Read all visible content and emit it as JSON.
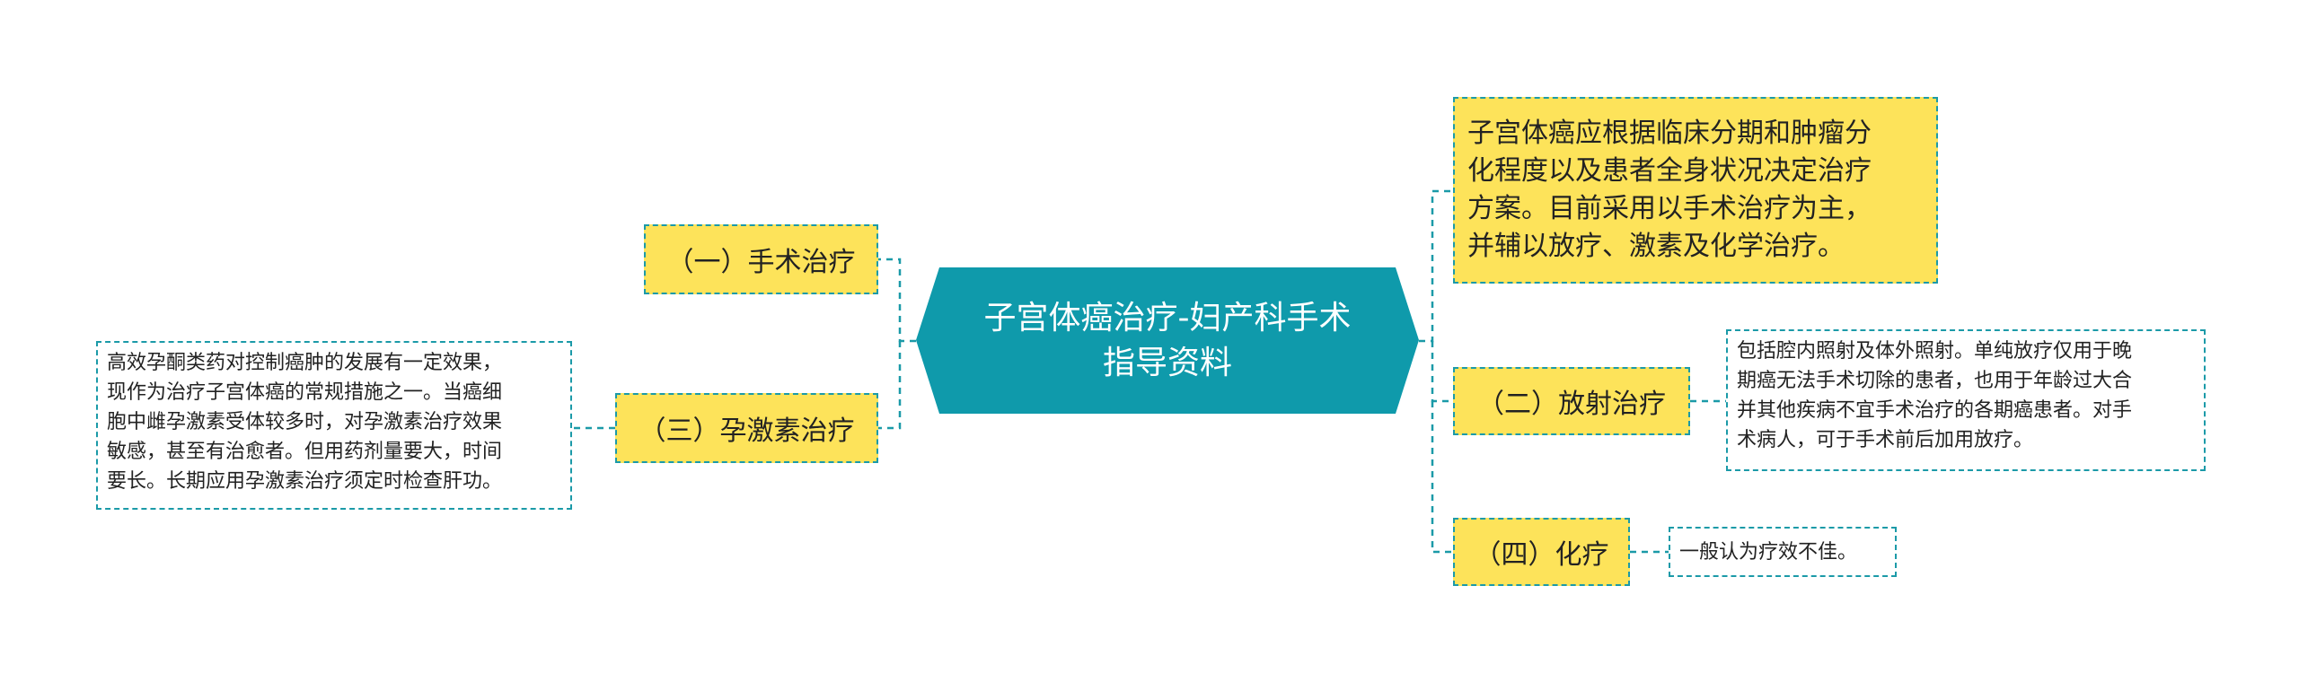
{
  "colors": {
    "center": "#0f9aab",
    "branch": "#fde35a",
    "border": "#1b9aa8",
    "line": "#1b9aa8"
  },
  "center": {
    "line1": "子宫体癌治疗-妇产科手术",
    "line2": "指导资料"
  },
  "branches": {
    "surgery": "（一）手术治疗",
    "hormone": "（三）孕激素治疗",
    "radiation": "（二）放射治疗",
    "chemo": "（四）化疗"
  },
  "leaves": {
    "overview": [
      "子宫体癌应根据临床分期和肿瘤分",
      "化程度以及患者全身状况决定治疗",
      "方案。目前采用以手术治疗为主，",
      "并辅以放疗、激素及化学治疗。"
    ],
    "hormone_detail": [
      "高效孕酮类药对控制癌肿的发展有一定效果，",
      "现作为治疗子宫体癌的常规措施之一。当癌细",
      "胞中雌孕激素受体较多时，对孕激素治疗效果",
      "敏感，甚至有治愈者。但用药剂量要大，时间",
      "要长。长期应用孕激素治疗须定时检查肝功。"
    ],
    "radiation_detail": [
      "包括腔内照射及体外照射。单纯放疗仅用于晚",
      "期癌无法手术切除的患者，也用于年龄过大合",
      "并其他疾病不宜手术治疗的各期癌患者。对手",
      "术病人，可于手术前后加用放疗。"
    ],
    "chemo_detail": "一般认为疗效不佳。"
  }
}
